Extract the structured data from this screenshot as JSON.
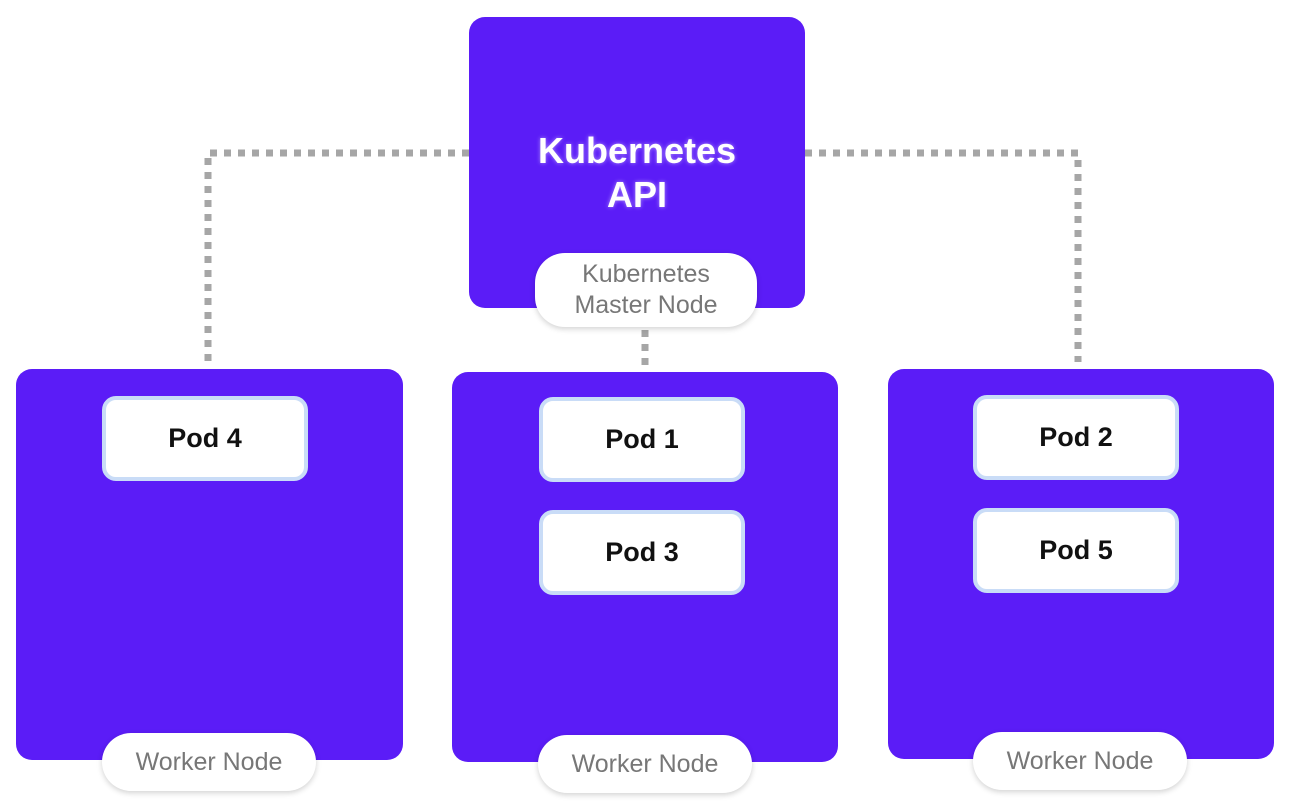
{
  "master": {
    "title_line1": "Kubernetes",
    "title_line2": "API",
    "label_line1": "Kubernetes",
    "label_line2": "Master Node"
  },
  "workers": [
    {
      "label": "Worker Node",
      "pods": [
        "Pod 4"
      ]
    },
    {
      "label": "Worker Node",
      "pods": [
        "Pod 1",
        "Pod 3"
      ]
    },
    {
      "label": "Worker Node",
      "pods": [
        "Pod 2",
        "Pod 5"
      ]
    }
  ],
  "colors": {
    "node": "#5b1cf7",
    "connector": "#a6a6a6",
    "pod_border": "#c9dcf7"
  }
}
